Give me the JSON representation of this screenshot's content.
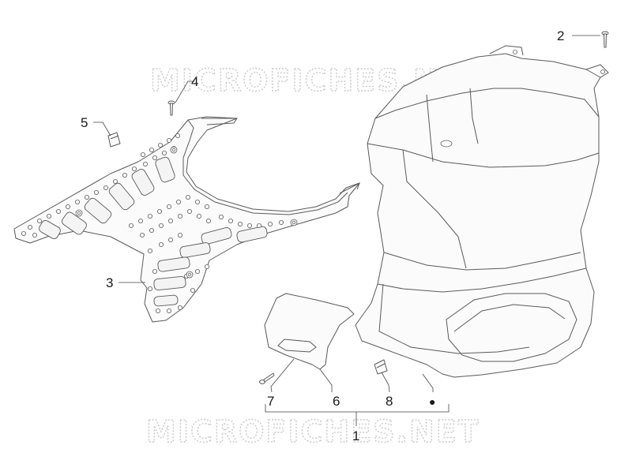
{
  "watermark": {
    "text": "MICROFICHES.NET"
  },
  "callouts": {
    "c1": "1",
    "c2": "2",
    "c3": "3",
    "c4": "4",
    "c5": "5",
    "c6": "6",
    "c7": "7",
    "c8": "8"
  },
  "legend_marker": "●"
}
